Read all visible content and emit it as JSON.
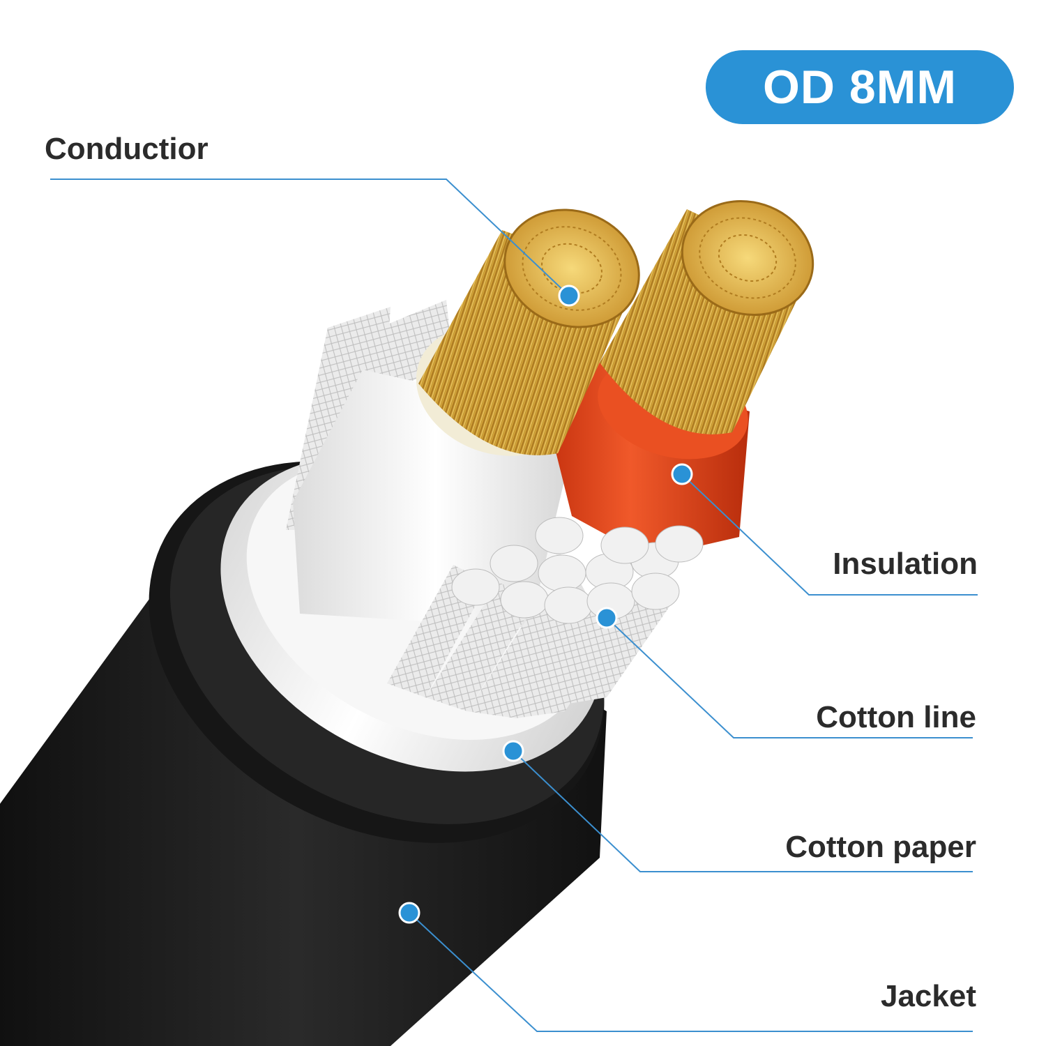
{
  "badge": {
    "text": "OD 8MM"
  },
  "labels": {
    "conductor": "Conductior",
    "insulation": "Insulation",
    "cotton_line": "Cotton line",
    "cotton_paper": "Cotton paper",
    "jacket": "Jacket"
  },
  "colors": {
    "accent": "#2a92d6",
    "leader_line": "#3b8fcf",
    "jacket": "#1e1e1e",
    "insulation_red": "#e8461b",
    "insulation_white": "#f4f4f4",
    "conductor_gold": "#d9a93a",
    "filler": "#e2e2e2"
  }
}
